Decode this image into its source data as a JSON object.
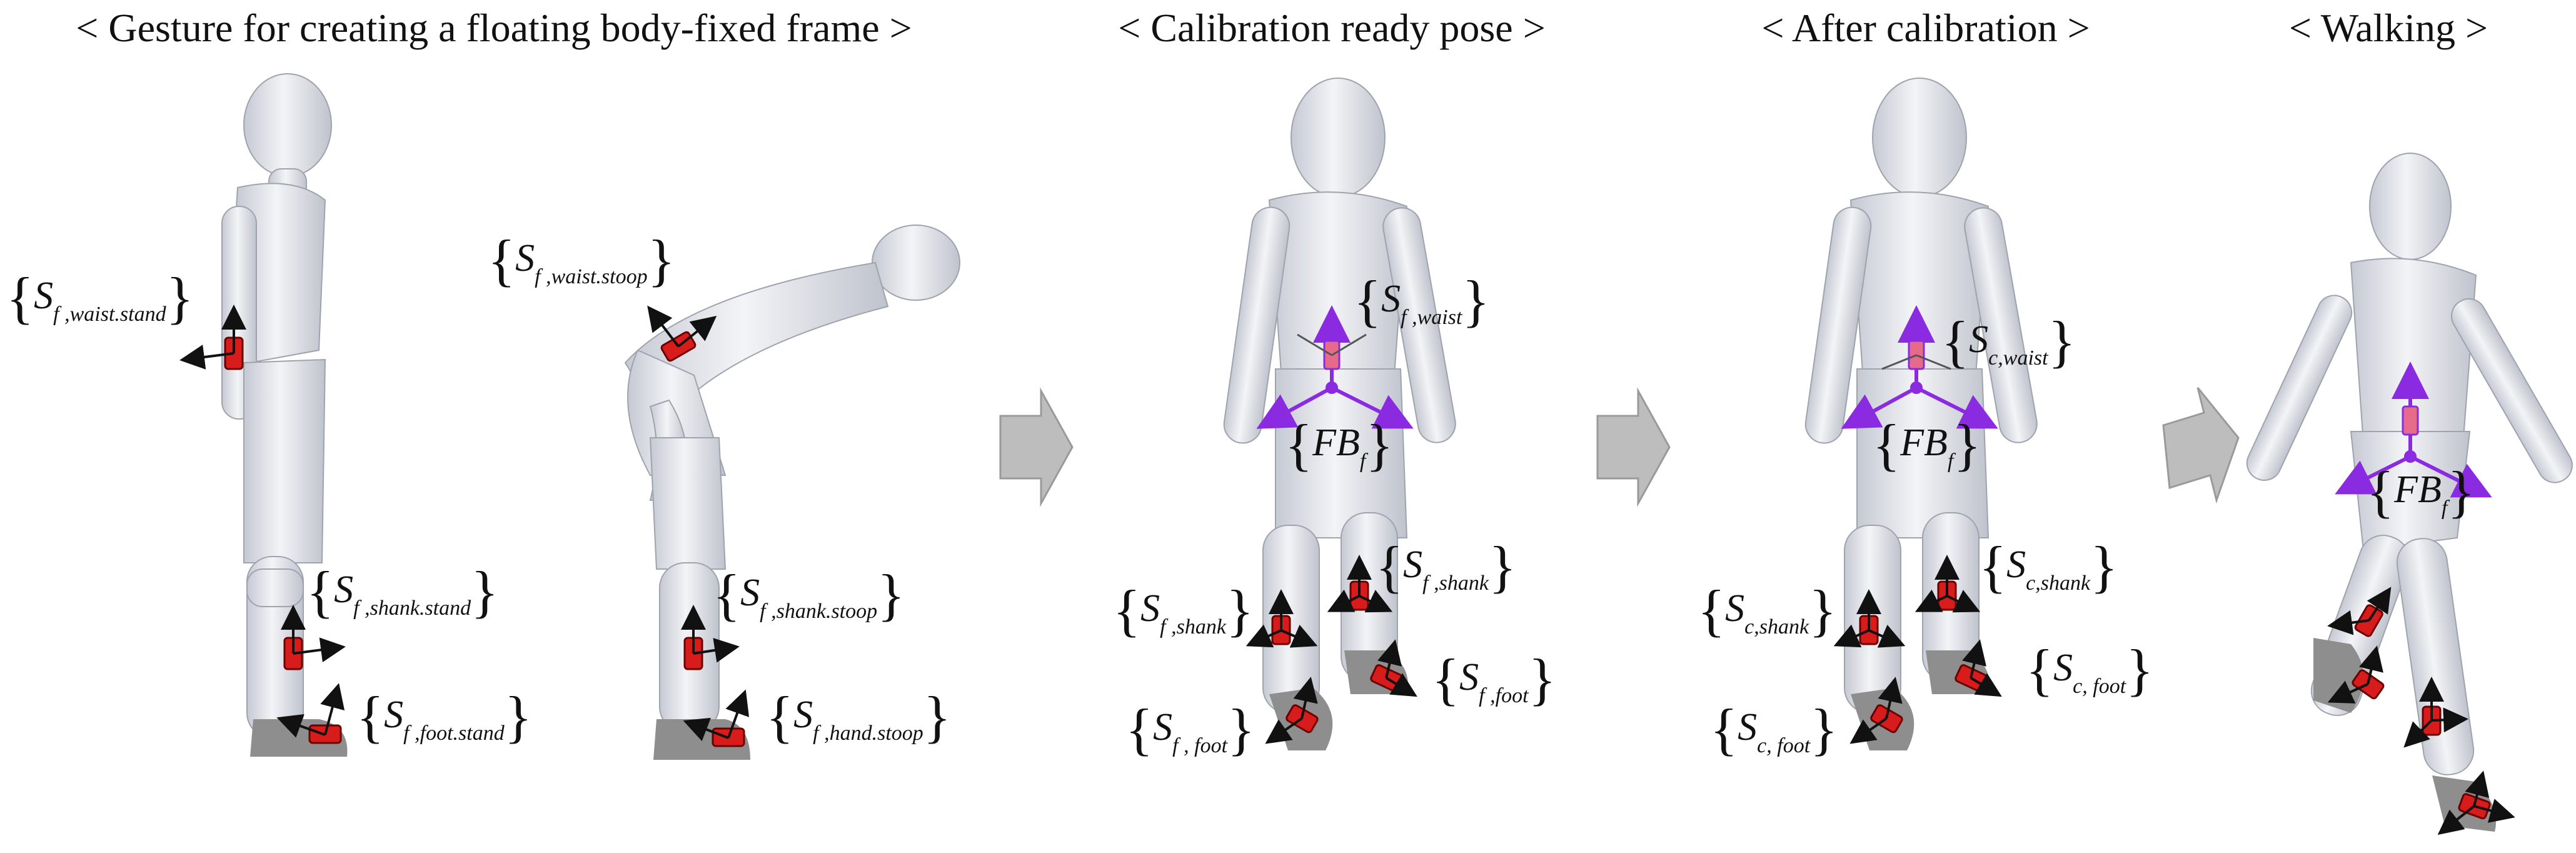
{
  "panels": [
    {
      "title": "< Gesture for creating a floating body-fixed frame >"
    },
    {
      "title": "< Calibration ready pose >"
    },
    {
      "title": "< After calibration >"
    },
    {
      "title": "< Walking >"
    }
  ],
  "labels": {
    "waist_stand": {
      "main": "S",
      "sub": "f ,waist.stand"
    },
    "shank_stand": {
      "main": "S",
      "sub": "f ,shank.stand"
    },
    "foot_stand": {
      "main": "S",
      "sub": "f ,foot.stand"
    },
    "waist_stoop": {
      "main": "S",
      "sub": "f ,waist.stoop"
    },
    "shank_stoop": {
      "main": "S",
      "sub": "f ,shank.stoop"
    },
    "hand_stoop": {
      "main": "S",
      "sub": "f ,hand.stoop"
    },
    "p2_waist": {
      "main": "S",
      "sub": "f ,waist"
    },
    "p2_fb": {
      "main": "FB",
      "sub": "f"
    },
    "p2_shank_r": {
      "main": "S",
      "sub": "f ,shank"
    },
    "p2_shank_l": {
      "main": "S",
      "sub": "f ,shank"
    },
    "p2_foot_r": {
      "main": "S",
      "sub": "f , foot"
    },
    "p2_foot_l": {
      "main": "S",
      "sub": "f ,foot"
    },
    "p3_waist": {
      "main": "S",
      "sub": "c,waist"
    },
    "p3_fb": {
      "main": "FB",
      "sub": "f"
    },
    "p3_shank_r": {
      "main": "S",
      "sub": "c,shank"
    },
    "p3_shank_l": {
      "main": "S",
      "sub": "c,shank"
    },
    "p3_foot_r": {
      "main": "S",
      "sub": "c, foot"
    },
    "p3_foot_l": {
      "main": "S",
      "sub": "c, foot"
    },
    "p4_fb": {
      "main": "FB",
      "sub": "f"
    }
  },
  "colors": {
    "mannequin_body": "#e8eaef",
    "mannequin_shade": "#b9bdc7",
    "shoe": "#8e8e8e",
    "sensor": "#d81b1b",
    "sensor_alt": "#e66a8a",
    "arrow": "#111111",
    "body_frame": "#8a2be2",
    "step_arrow": "#bdbdbd"
  }
}
